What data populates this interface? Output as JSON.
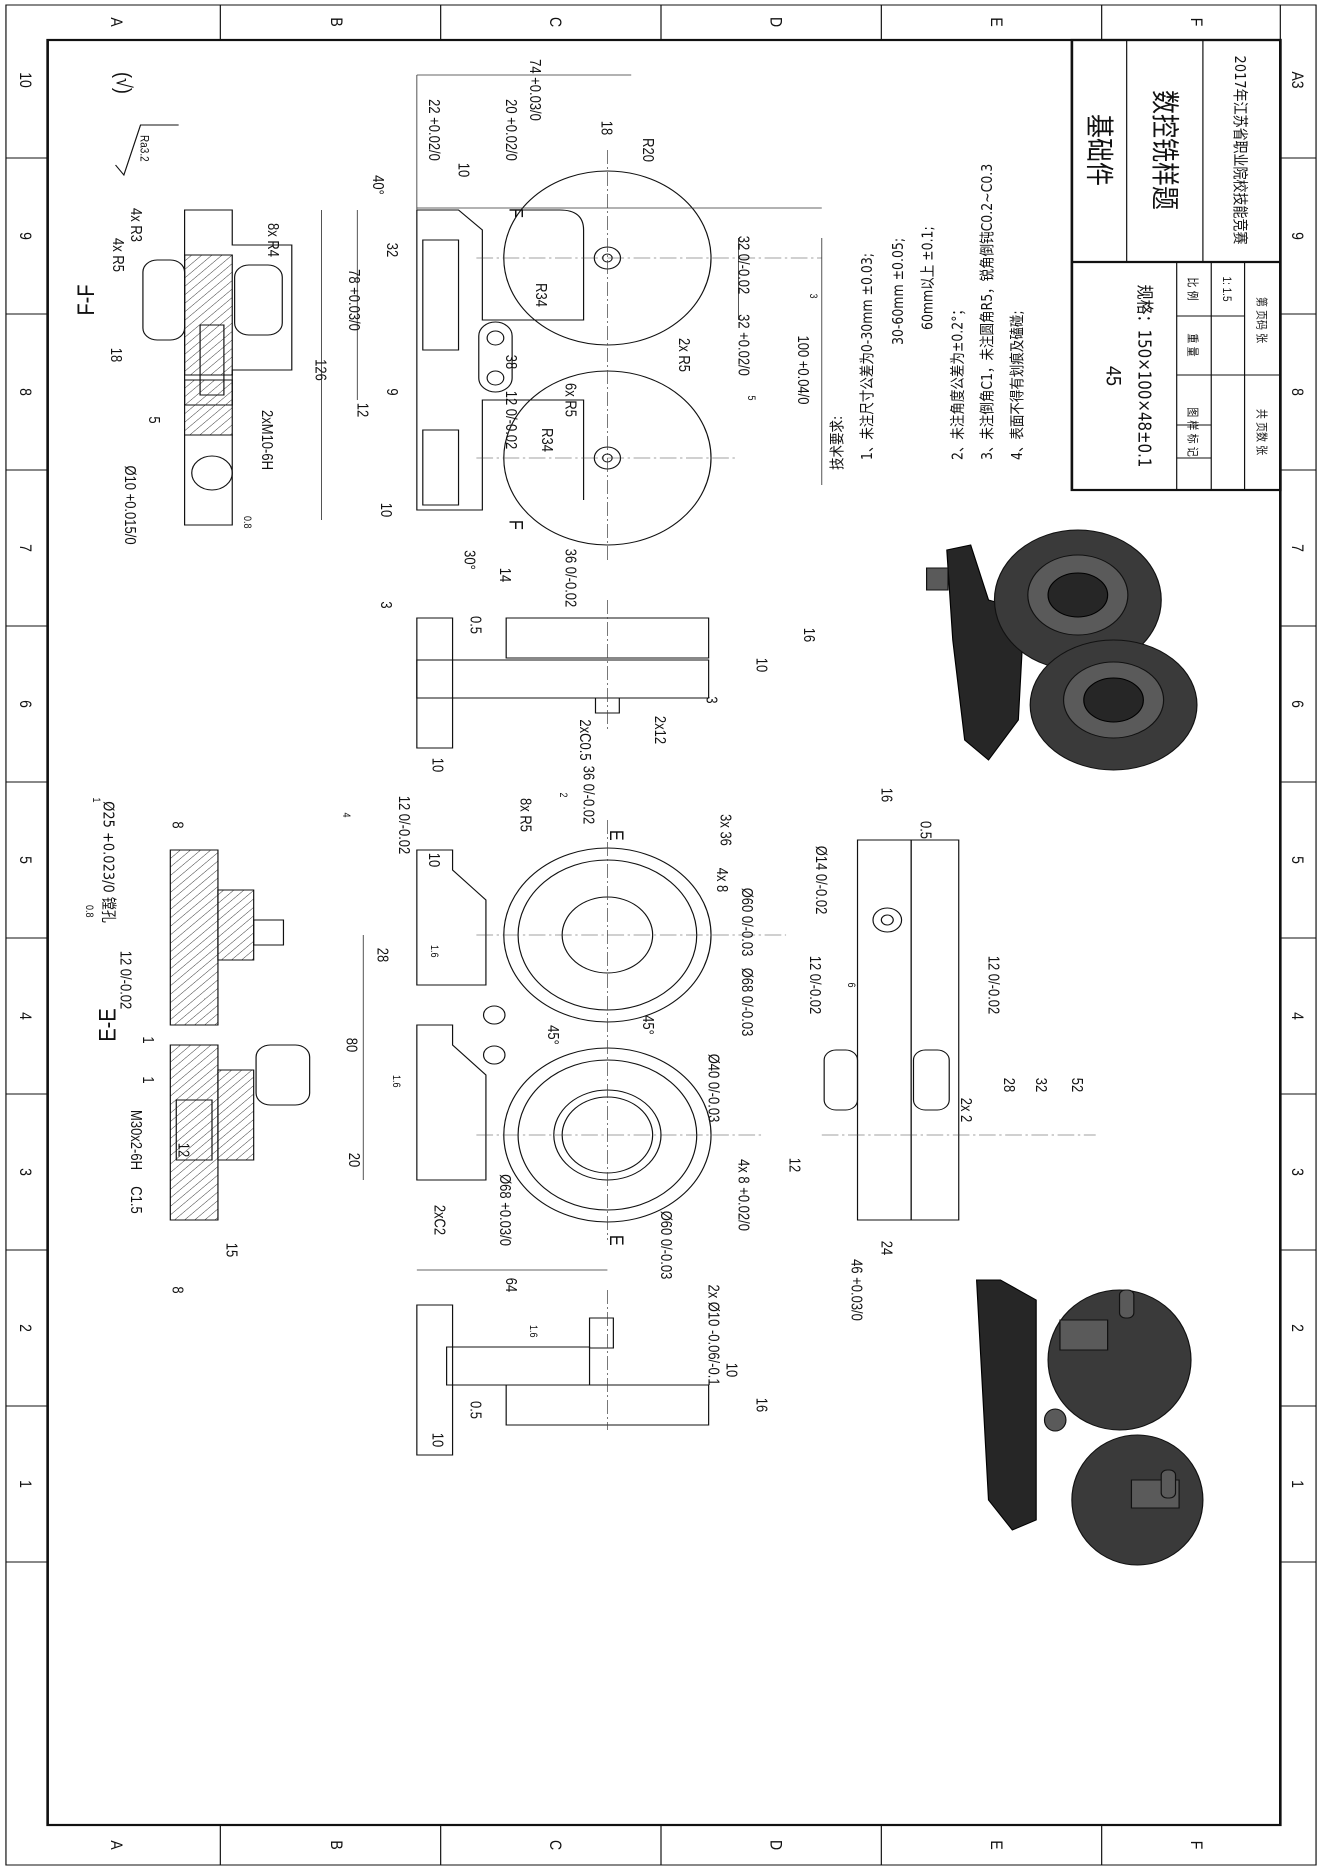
{
  "zones": {
    "columns": [
      "A",
      "B",
      "C",
      "D",
      "E",
      "F"
    ],
    "rows": [
      "10",
      "9",
      "8",
      "7",
      "6",
      "5",
      "4",
      "3",
      "2",
      "1"
    ],
    "sheet_size": "A3"
  },
  "title_block": {
    "part_name": "基础件",
    "drawing_title": "数控铣样题",
    "competition": "2017年江苏省职业院校技能竞赛",
    "material": "45",
    "spec": "规格：150×100×48±0.1",
    "label_drawing_mark": "图 样 标 记",
    "label_weight": "重 量",
    "label_scale": "比 例",
    "scale_value": "1: 1.5",
    "label_total_sheets": "共 页数 张",
    "label_sheet_no": "第 页码 张"
  },
  "tech_requirements": {
    "heading": "技术要求:",
    "items": [
      "1、未注尺寸公差为0-30mm  ±0.03;",
      "30-60mm  ±0.05;",
      "60mm以上  ±0.1;",
      "2、未注角度公差为±0.2°；",
      "3、未注倒角C1，未注圆角R5，锐角倒钝C0.2~C0.3",
      "4、表面不得有划痕及磕碰;"
    ]
  },
  "section_labels": {
    "ff": "F-F",
    "ee": "E-E",
    "f_mark": "F",
    "e_mark": "E"
  },
  "roughness": {
    "general": "Ra3.2",
    "r08": "0.8",
    "r16": "1.6"
  },
  "dimensions": {
    "top_view": [
      "74 +0.03/0",
      "22 +0.02/0",
      "20 +0.02/0",
      "18",
      "R20",
      "10",
      "40°",
      "32",
      "78 +0.03/0",
      "126",
      "32 0/-0.02",
      "R34",
      "2x R5",
      "32 +0.02/0",
      "100 +0.04/0",
      "38",
      "9",
      "12",
      "12 0/-0.02",
      "6x R5",
      "R34",
      "10",
      "30°",
      "14",
      "36 0/-0.02"
    ],
    "ff_section": [
      "4x R5",
      "4x R3",
      "8x R4",
      "18",
      "5",
      "2xM10-6H",
      "Ø10 +0.015/0"
    ],
    "side_view_1": [
      "3",
      "0.5",
      "16",
      "10",
      "3",
      "2xC0.5",
      "2x12",
      "10"
    ],
    "ee_section": [
      "8",
      "Ø25 +0.023/0 镗孔",
      "12 0/-0.02",
      "M30x2-6H",
      "12",
      "C1.5",
      "15",
      "8",
      "1",
      "1"
    ],
    "bottom_view": [
      "36 0/-0.02",
      "8x R5",
      "12 0/-0.02",
      "10",
      "3x 36",
      "4x 8",
      "Ø60 0/-0.03",
      "28",
      "Ø68 0/-0.03",
      "45°",
      "45°",
      "80",
      "Ø40 0/-0.03",
      "20",
      "4x 8 +0.02/0",
      "2xC2",
      "Ø68 +0.03/0",
      "Ø60 0/-0.03",
      "64"
    ],
    "right_view": [
      "16",
      "0.5",
      "Ø14 0/-0.02",
      "12 0/-0.02",
      "12 0/-0.02",
      "28",
      "32",
      "52",
      "2x 2",
      "12",
      "24",
      "46 +0.03/0"
    ],
    "side_view_2": [
      "2x Ø10 -0.06/-0.1",
      "10",
      "0.5",
      "16",
      "10"
    ]
  },
  "datum_marks": [
    "1",
    "2",
    "3",
    "4",
    "5",
    "6"
  ]
}
